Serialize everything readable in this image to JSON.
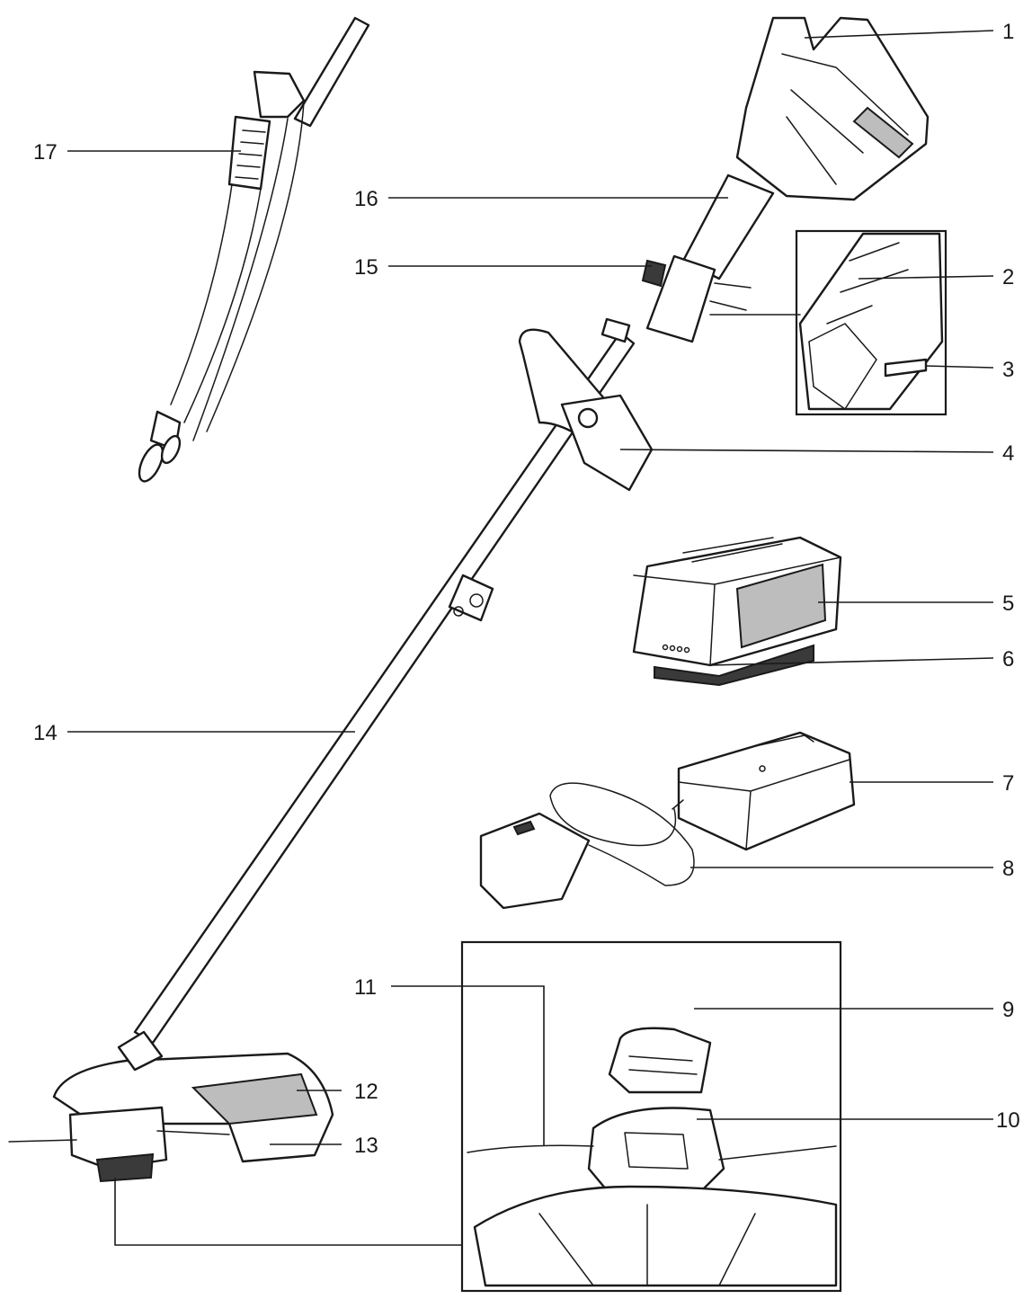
{
  "callouts": [
    {
      "id": "1",
      "text": "1"
    },
    {
      "id": "2",
      "text": "2"
    },
    {
      "id": "3",
      "text": "3"
    },
    {
      "id": "4",
      "text": "4"
    },
    {
      "id": "5",
      "text": "5"
    },
    {
      "id": "6",
      "text": "6"
    },
    {
      "id": "7",
      "text": "7"
    },
    {
      "id": "8",
      "text": "8"
    },
    {
      "id": "9",
      "text": "9"
    },
    {
      "id": "10",
      "text": "10"
    },
    {
      "id": "11",
      "text": "11"
    },
    {
      "id": "12",
      "text": "12"
    },
    {
      "id": "13",
      "text": "13"
    },
    {
      "id": "14",
      "text": "14"
    },
    {
      "id": "15",
      "text": "15"
    },
    {
      "id": "16",
      "text": "16"
    },
    {
      "id": "17",
      "text": "17"
    }
  ],
  "colors": {
    "ink": "#1a1a1a",
    "background": "#ffffff",
    "shade": "#bdbdbd"
  }
}
